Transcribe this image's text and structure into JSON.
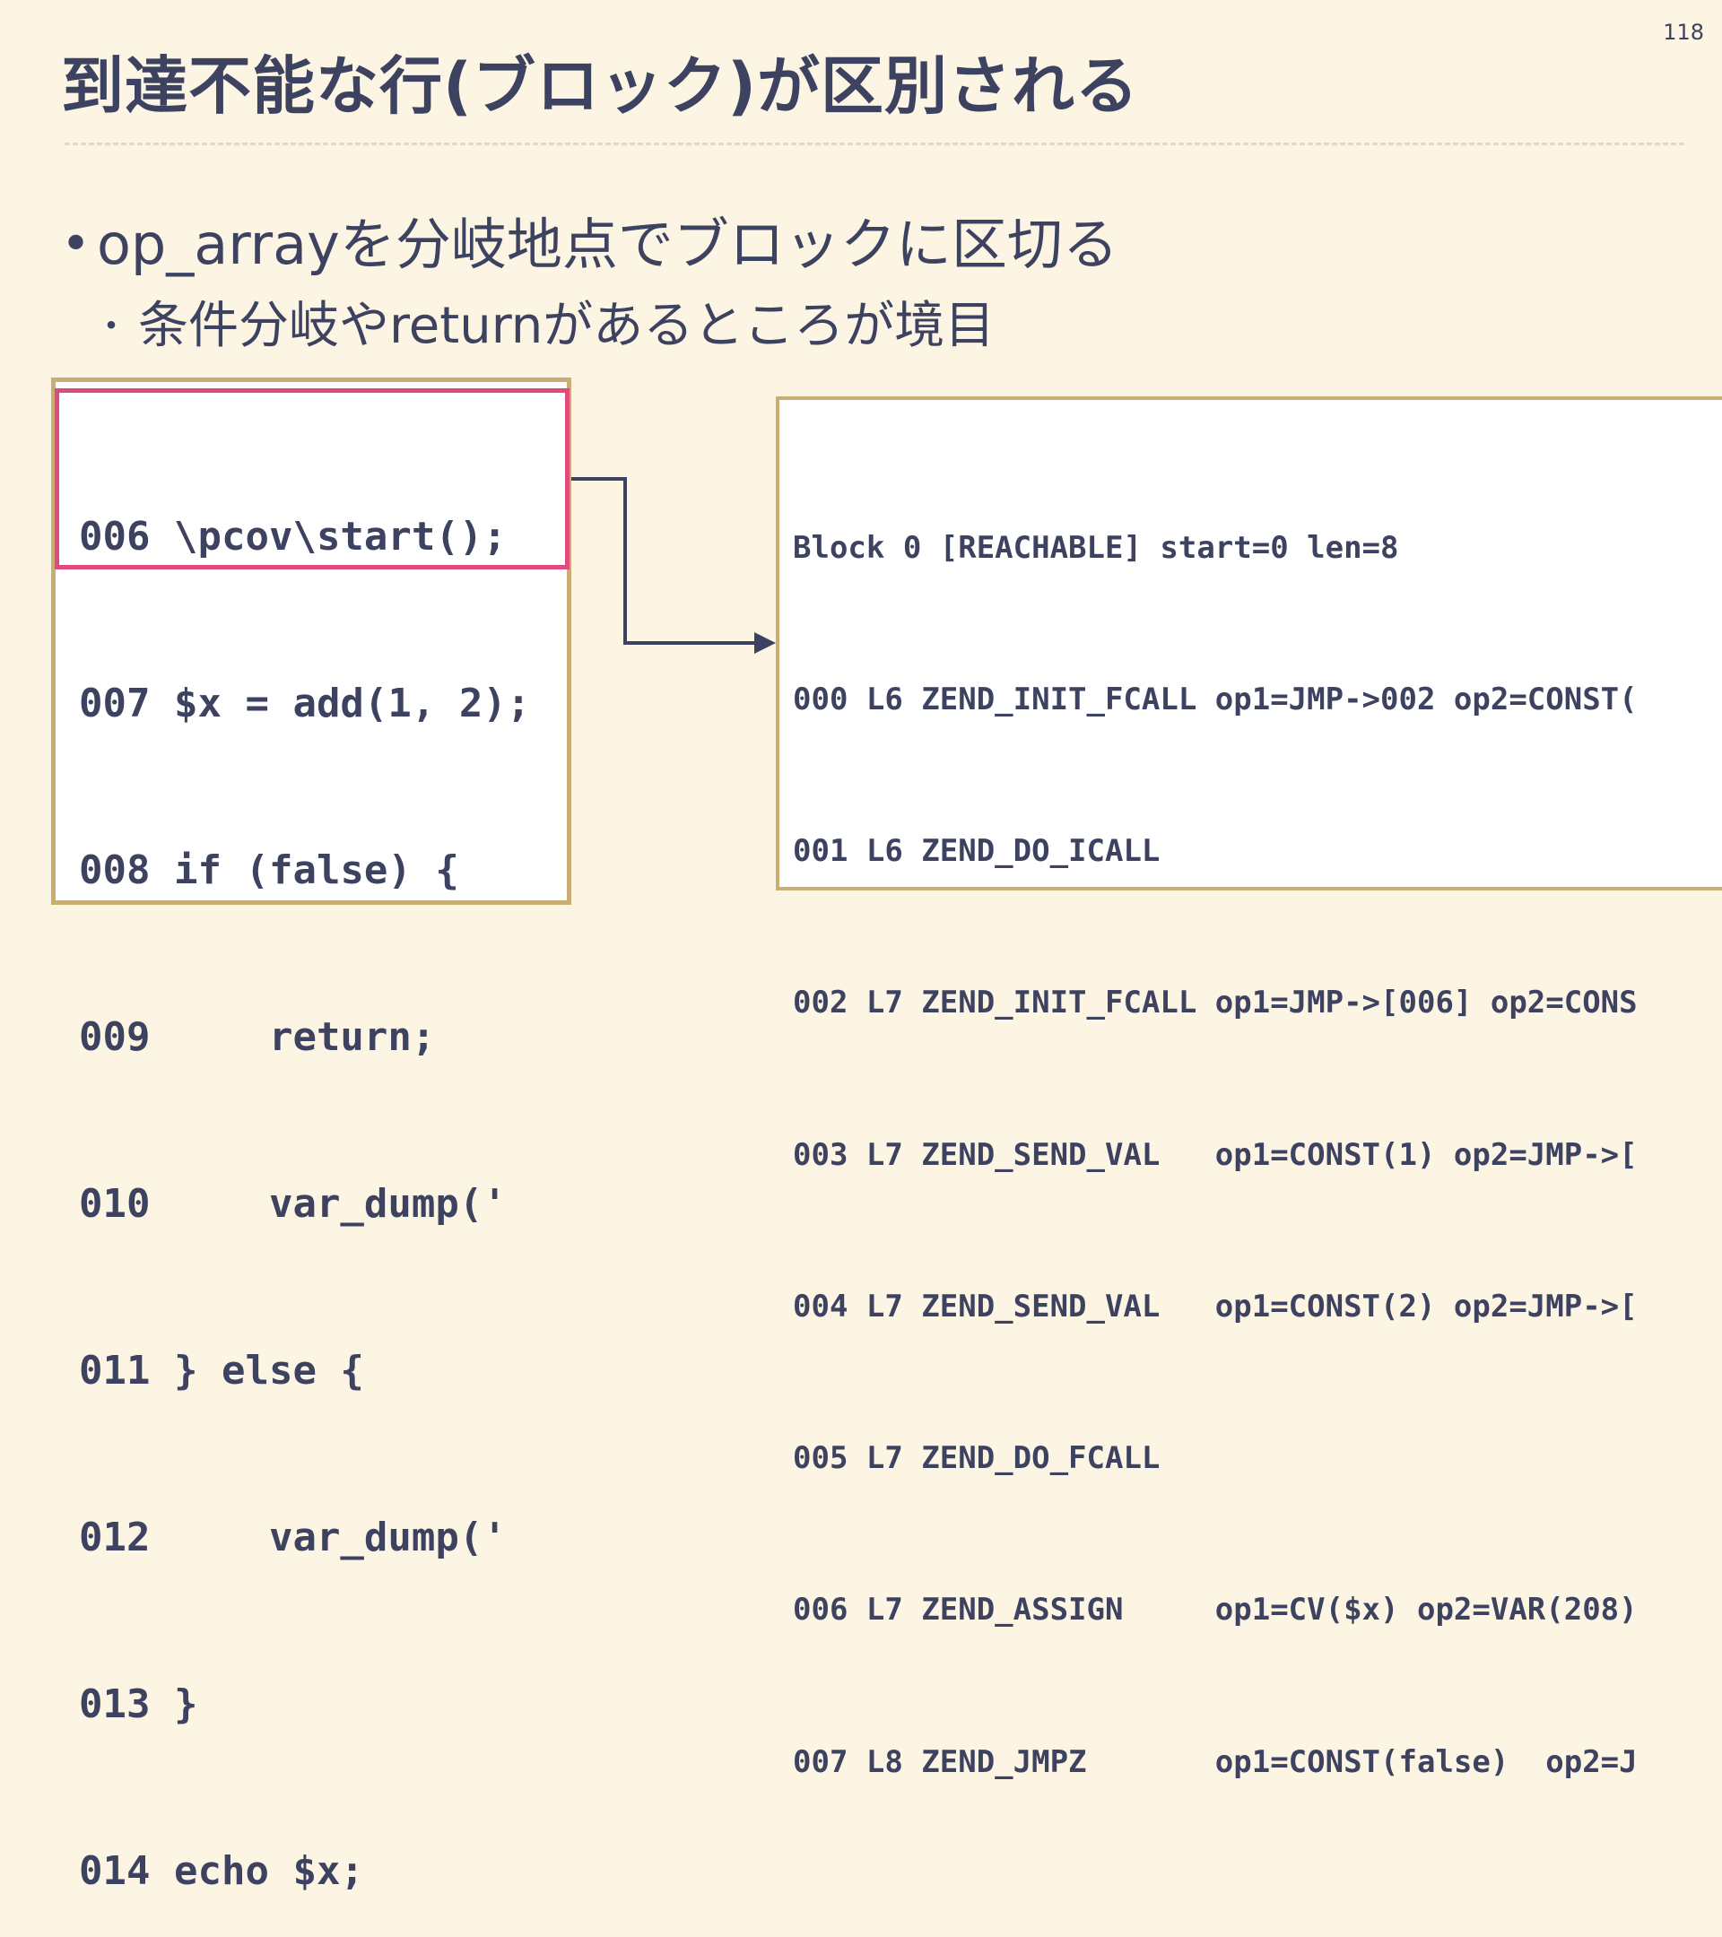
{
  "page_number": "118",
  "title": "到達不能な行(ブロック)が区別される",
  "bullets": {
    "main": "op_arrayを分岐地点でブロックに区切る",
    "sub": "条件分岐やreturnがあるところが境目"
  },
  "source_code": {
    "lines": [
      {
        "num": "006",
        "code": "\\pcov\\start();"
      },
      {
        "num": "007",
        "code": "$x = add(1, 2);"
      },
      {
        "num": "008",
        "code": "if (false) {"
      },
      {
        "num": "009",
        "code": "    return;"
      },
      {
        "num": "010",
        "code": "    var_dump('"
      },
      {
        "num": "011",
        "code": "} else {"
      },
      {
        "num": "012",
        "code": "    var_dump('"
      },
      {
        "num": "013",
        "code": "}"
      },
      {
        "num": "014",
        "code": "echo $x;"
      }
    ]
  },
  "opcode_dump": {
    "lines": [
      "Block 0 [REACHABLE] start=0 len=8",
      "000 L6 ZEND_INIT_FCALL op1=JMP->002 op2=CONST(",
      "001 L6 ZEND_DO_ICALL",
      "002 L7 ZEND_INIT_FCALL op1=JMP->[006] op2=CONS",
      "003 L7 ZEND_SEND_VAL   op1=CONST(1) op2=JMP->[",
      "004 L7 ZEND_SEND_VAL   op1=CONST(2) op2=JMP->[",
      "005 L7 ZEND_DO_FCALL",
      "006 L7 ZEND_ASSIGN     op1=CV($x) op2=VAR(208)",
      "007 L8 ZEND_JMPZ       op1=CONST(false)  op2=J"
    ]
  },
  "colors": {
    "background": "#fdf5e3",
    "text": "#3d4260",
    "box_border": "#c9ad73",
    "highlight_border": "#e04b7e"
  }
}
